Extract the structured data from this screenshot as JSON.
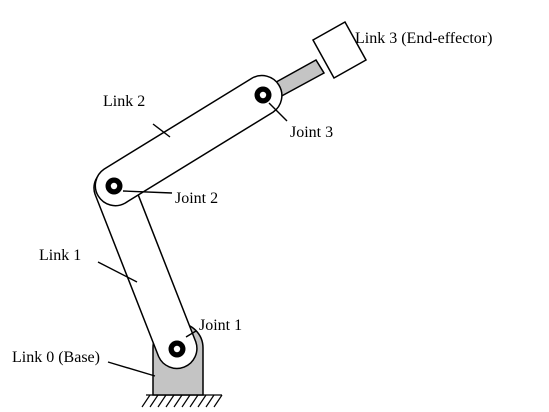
{
  "labels": {
    "link3": "Link 3 (End-effector)",
    "link2": "Link 2",
    "joint3": "Joint 3",
    "joint2": "Joint 2",
    "link1": "Link 1",
    "joint1": "Joint 1",
    "link0": "Link 0 (Base)"
  }
}
